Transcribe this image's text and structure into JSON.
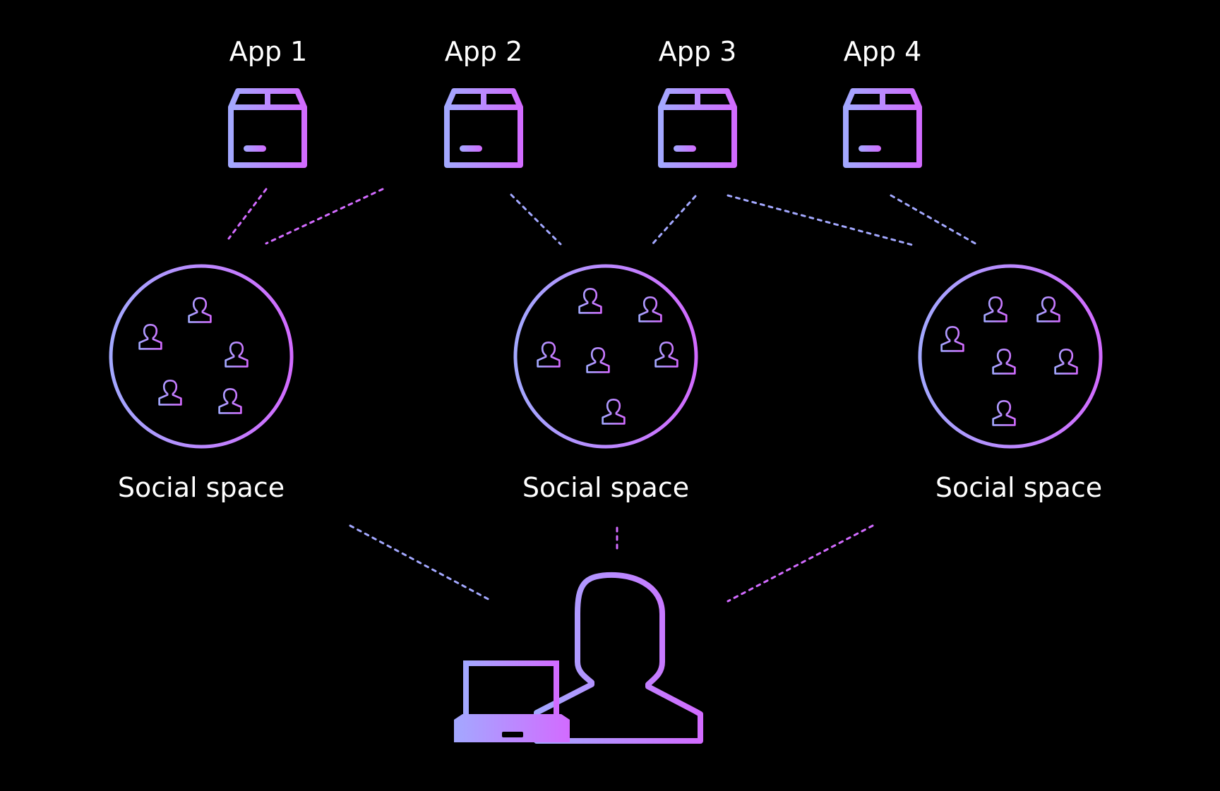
{
  "apps": [
    {
      "label": "App 1",
      "icon": "app-box-icon"
    },
    {
      "label": "App 2",
      "icon": "app-box-icon"
    },
    {
      "label": "App 3",
      "icon": "app-box-icon"
    },
    {
      "label": "App 4",
      "icon": "app-box-icon"
    }
  ],
  "spaces": [
    {
      "label": "Social space",
      "icon": "people-circle-icon"
    },
    {
      "label": "Social space",
      "icon": "people-circle-icon"
    },
    {
      "label": "Social space",
      "icon": "people-circle-icon"
    }
  ],
  "user": {
    "icon": "user-with-laptop-icon"
  },
  "colors": {
    "background": "#000000",
    "gradient_start": "#a3a8ff",
    "gradient_end": "#d26bff",
    "text": "#ffffff"
  }
}
